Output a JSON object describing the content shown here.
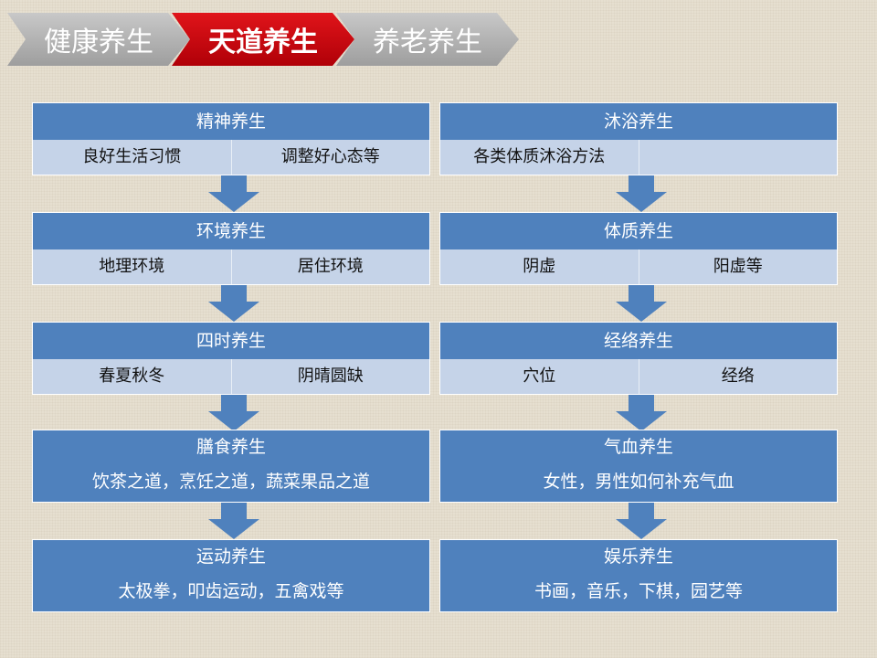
{
  "tabs": [
    {
      "label": "健康养生"
    },
    {
      "label": "天道养生"
    },
    {
      "label": "养老养生"
    }
  ],
  "left": [
    {
      "title": "精神养生",
      "items": [
        "良好生活习惯",
        "调整好心态等"
      ]
    },
    {
      "title": "环境养生",
      "items": [
        "地理环境",
        "居住环境"
      ]
    },
    {
      "title": "四时养生",
      "items": [
        "春夏秋冬",
        "阴晴圆缺"
      ]
    },
    {
      "title": "膳食养生",
      "desc": "饮茶之道，烹饪之道，蔬菜果品之道"
    },
    {
      "title": "运动养生",
      "desc": "太极拳，叩齿运动，五禽戏等"
    }
  ],
  "right": [
    {
      "title": "沐浴养生",
      "items": [
        "各类体质沐浴方法",
        ""
      ]
    },
    {
      "title": "体质养生",
      "items": [
        "阴虚",
        "阳虚等"
      ]
    },
    {
      "title": "经络养生",
      "items": [
        "穴位",
        "经络"
      ]
    },
    {
      "title": "气血养生",
      "desc": "女性，男性如何补充气血"
    },
    {
      "title": "娱乐养生",
      "desc": "书画，音乐，下棋，园艺等"
    }
  ]
}
